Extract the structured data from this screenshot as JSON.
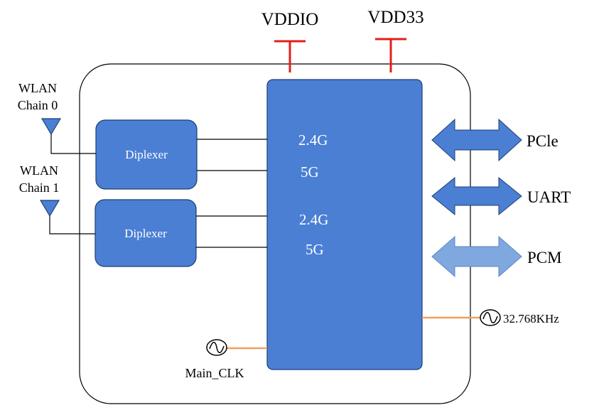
{
  "power": {
    "vddio": "VDDIO",
    "vdd33": "VDD33"
  },
  "antennas": {
    "chain0_line1": "WLAN",
    "chain0_line2": "Chain 0",
    "chain1_line1": "WLAN",
    "chain1_line2": "Chain 1"
  },
  "diplexers": {
    "top": "Diplexer",
    "bottom": "Diplexer"
  },
  "chip": {
    "band_a_24": "2.4G",
    "band_a_5": "5G",
    "band_b_24": "2.4G",
    "band_b_5": "5G"
  },
  "interfaces": {
    "pcie": "PCle",
    "uart": "UART",
    "pcm": "PCM"
  },
  "clocks": {
    "main": "Main_CLK",
    "rtc": "32.768KHz"
  },
  "colors": {
    "block_fill": "#4a7fd4",
    "block_stroke": "#1f3d73",
    "arrow_dark": "#4a7fd4",
    "arrow_light": "#7fa8de",
    "power_red": "#e0201b",
    "clock_orange": "#f0a060"
  },
  "icons": {
    "antenna": "triangle-antenna-icon",
    "oscillator": "sine-oscillator-icon"
  }
}
